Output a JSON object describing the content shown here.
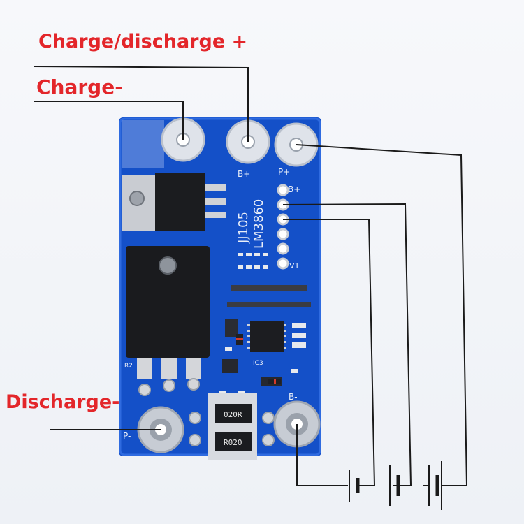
{
  "labels": {
    "charge_discharge_plus": "Charge/discharge +",
    "charge_minus": "Charge-",
    "discharge_minus": "Discharge-"
  },
  "silkscreen": {
    "b_plus_pad": "B+",
    "p_plus": "P+",
    "b_plus_header": "B+",
    "b_minus": "B-",
    "p_minus": "P-",
    "chip_1": "JJ105",
    "chip_2": "LM3860",
    "v1": "V1",
    "ic3": "IC3",
    "resistor_top": "020R",
    "resistor_bottom": "R020",
    "r2": "R2"
  },
  "colors": {
    "pcb": "#1450c8",
    "label": "#e3262a",
    "wire": "#1a1a1a"
  }
}
